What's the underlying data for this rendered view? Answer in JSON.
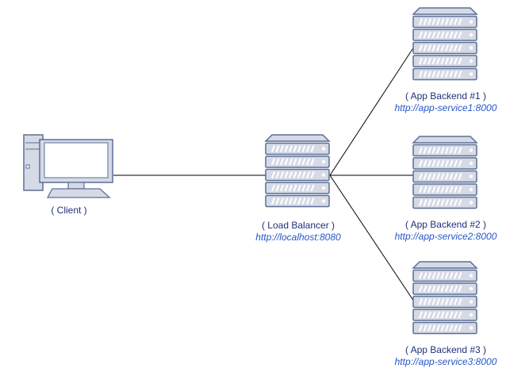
{
  "diagram": {
    "colors": {
      "server_fill": "#d6dae6",
      "server_stroke": "#5a6f96",
      "server_slot": "#ffffff",
      "pc_fill": "#d6dae6",
      "pc_stroke": "#5a6f96",
      "line": "#000000",
      "label_name": "#1f2f7a",
      "label_url": "#2456c9"
    },
    "nodes": {
      "client": {
        "name": "( Client )",
        "url": "",
        "icon": "desktop-computer-icon"
      },
      "load_balancer": {
        "name": "( Load Balancer )",
        "url": "http://localhost:8080",
        "icon": "server-rack-icon"
      },
      "backend1": {
        "name": "( App Backend #1 )",
        "url": "http://app-service1:8000",
        "icon": "server-rack-icon"
      },
      "backend2": {
        "name": "( App Backend #2 )",
        "url": "http://app-service2:8000",
        "icon": "server-rack-icon"
      },
      "backend3": {
        "name": "( App Backend #3 )",
        "url": "http://app-service3:8000",
        "icon": "server-rack-icon"
      }
    },
    "edges": [
      {
        "from": "client",
        "to": "load_balancer"
      },
      {
        "from": "load_balancer",
        "to": "backend1"
      },
      {
        "from": "load_balancer",
        "to": "backend2"
      },
      {
        "from": "load_balancer",
        "to": "backend3"
      }
    ]
  }
}
